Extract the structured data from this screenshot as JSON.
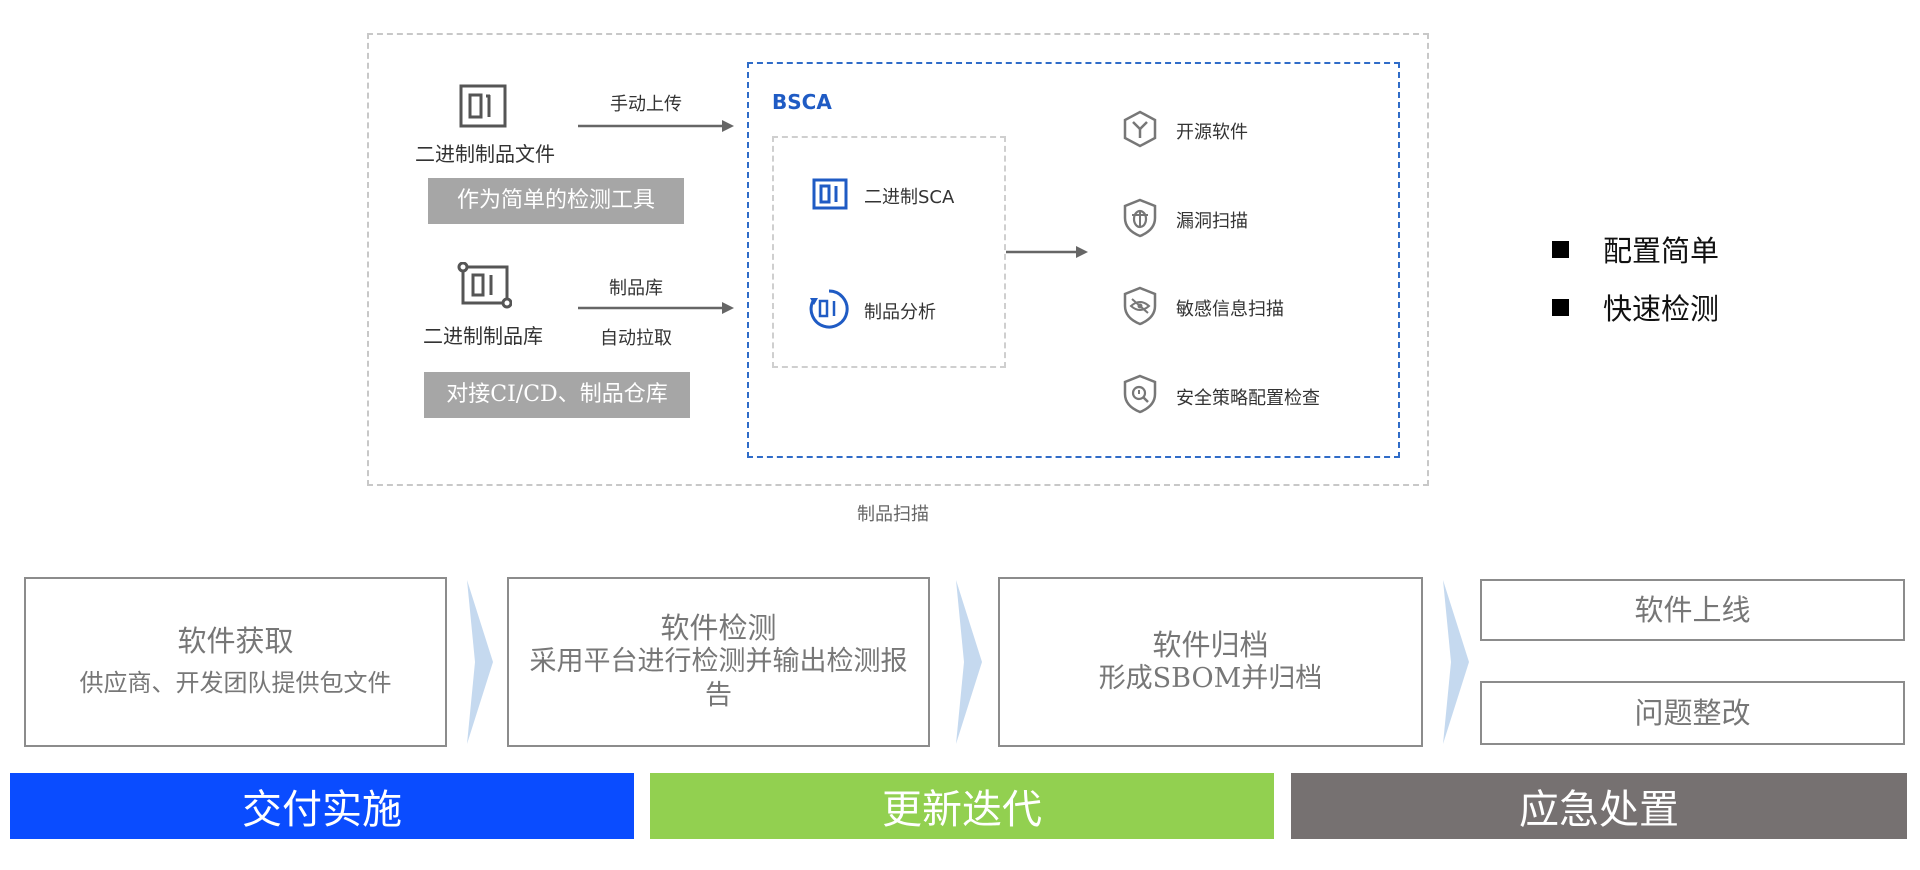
{
  "top": {
    "source1": {
      "label": "二进制制品文件",
      "tag": "作为简单的检测工具",
      "arrow": "手动上传",
      "icon": "binary-file-icon"
    },
    "source2": {
      "label": "二进制制品库",
      "tag": "对接CI/CD、制品仓库",
      "arrow_top": "制品库",
      "arrow_bottom": "自动拉取",
      "icon": "binary-repo-icon"
    },
    "bsca": {
      "title": "BSCA",
      "modules": [
        {
          "label": "二进制SCA",
          "icon": "binary-sca-icon"
        },
        {
          "label": "制品分析",
          "icon": "artifact-analysis-icon"
        }
      ],
      "features": [
        {
          "label": "开源软件",
          "icon": "open-source-icon"
        },
        {
          "label": "漏洞扫描",
          "icon": "vulnerability-scan-icon"
        },
        {
          "label": "敏感信息扫描",
          "icon": "sensitive-info-icon"
        },
        {
          "label": "安全策略配置检查",
          "icon": "security-policy-icon"
        }
      ]
    },
    "caption": "制品扫描",
    "bullets": [
      "配置简单",
      "快速检测"
    ]
  },
  "process": [
    {
      "title": "软件获取",
      "desc": "供应商、开发团队提供包文件"
    },
    {
      "title": "软件检测",
      "desc": "采用平台进行检测并输出检测报告"
    },
    {
      "title": "软件归档",
      "desc": "形成SBOM并归档"
    }
  ],
  "final": [
    "软件上线",
    "问题整改"
  ],
  "phases": [
    {
      "label": "交付实施",
      "color": "#0a4cff"
    },
    {
      "label": "更新迭代",
      "color": "#92d050"
    },
    {
      "label": "应急处置",
      "color": "#767171"
    }
  ]
}
